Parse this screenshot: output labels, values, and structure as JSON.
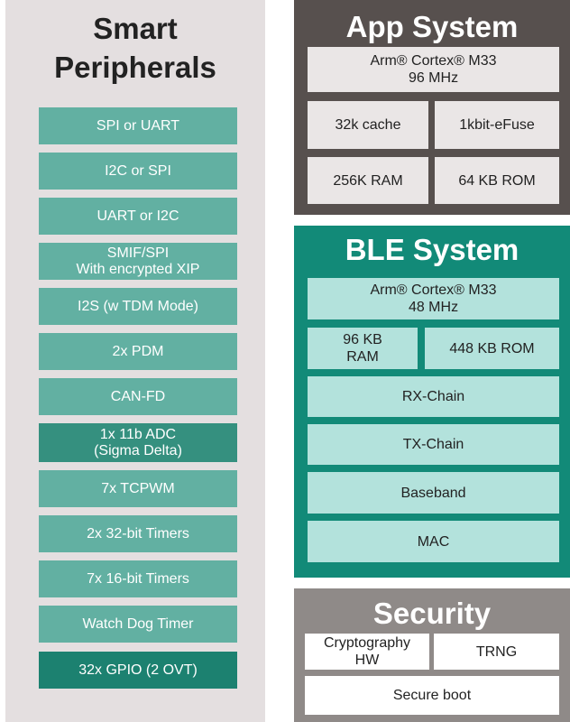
{
  "peripherals": {
    "title_line1": "Smart",
    "title_line2": "Peripherals",
    "items": [
      {
        "line1": "SPI or UART",
        "line2": ""
      },
      {
        "line1": "I2C or SPI",
        "line2": ""
      },
      {
        "line1": "UART or I2C",
        "line2": ""
      },
      {
        "line1": "SMIF/SPI",
        "line2": "With encrypted XIP"
      },
      {
        "line1": "I2S (w TDM Mode)",
        "line2": ""
      },
      {
        "line1": "2x PDM",
        "line2": ""
      },
      {
        "line1": "CAN-FD",
        "line2": ""
      },
      {
        "line1": "1x 11b ADC",
        "line2": "(Sigma Delta)"
      },
      {
        "line1": "7x TCPWM",
        "line2": ""
      },
      {
        "line1": "2x 32-bit Timers",
        "line2": ""
      },
      {
        "line1": "7x 16-bit Timers",
        "line2": ""
      },
      {
        "line1": "Watch Dog Timer",
        "line2": ""
      },
      {
        "line1": "32x GPIO (2 OVT)",
        "line2": ""
      }
    ]
  },
  "app_system": {
    "title": "App System",
    "cpu_line1": "Arm® Cortex® M33",
    "cpu_line2": "96 MHz",
    "cache": "32k cache",
    "efuse": "1kbit-eFuse",
    "ram": "256K RAM",
    "rom": "64 KB ROM"
  },
  "ble_system": {
    "title": "BLE System",
    "cpu_line1": "Arm® Cortex® M33",
    "cpu_line2": "48 MHz",
    "ram_line1": "96 KB",
    "ram_line2": "RAM",
    "rom": "448 KB ROM",
    "rx": "RX-Chain",
    "tx": "TX-Chain",
    "baseband": "Baseband",
    "mac": "MAC"
  },
  "security": {
    "title": "Security",
    "crypto_line1": "Cryptography",
    "crypto_line2": "HW",
    "trng": "TRNG",
    "boot": "Secure boot"
  },
  "colors": {
    "peripheral_panel": "#e4dfe0",
    "peripheral_light": "#62b0a2",
    "peripheral_dark": "#1c8170",
    "app_panel": "#57504e",
    "ble_panel": "#128a78",
    "ble_box": "#b3e2dc",
    "security_panel": "#8f8a88"
  }
}
